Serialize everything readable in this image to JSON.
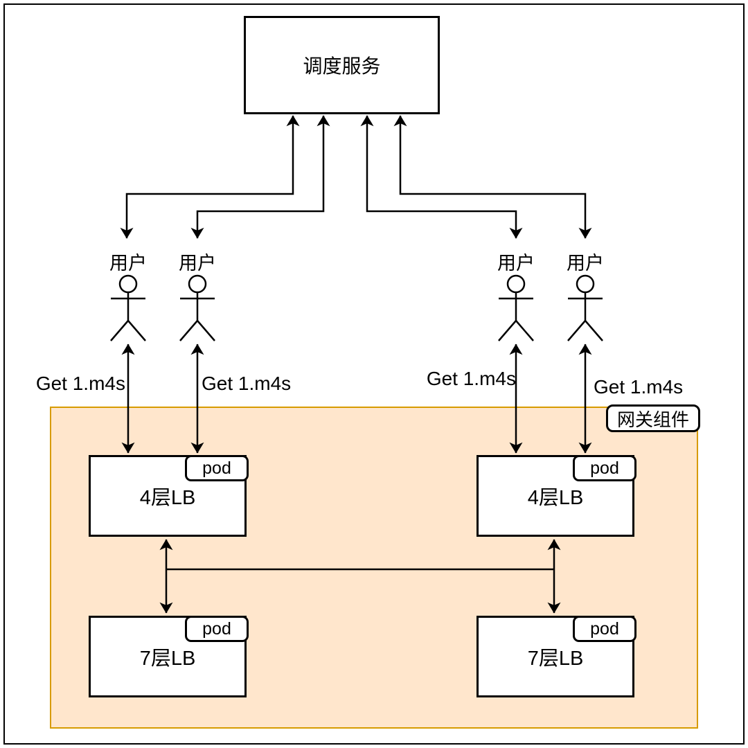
{
  "diagram": {
    "scheduler": {
      "label": "调度服务"
    },
    "gateway": {
      "label": "网关组件"
    },
    "users": [
      {
        "name": "用户",
        "request": "Get 1.m4s"
      },
      {
        "name": "用户",
        "request": "Get 1.m4s"
      },
      {
        "name": "用户",
        "request": "Get 1.m4s"
      },
      {
        "name": "用户",
        "request": "Get 1.m4s"
      }
    ],
    "load_balancers": [
      {
        "label": "4层LB",
        "badge": "pod"
      },
      {
        "label": "4层LB",
        "badge": "pod"
      },
      {
        "label": "7层LB",
        "badge": "pod"
      },
      {
        "label": "7层LB",
        "badge": "pod"
      }
    ],
    "colors": {
      "gateway_fill": "#FFE6CC",
      "gateway_border": "#D79B00",
      "line": "#000000",
      "node_fill": "#FFFFFF",
      "node_border": "#000000"
    }
  }
}
